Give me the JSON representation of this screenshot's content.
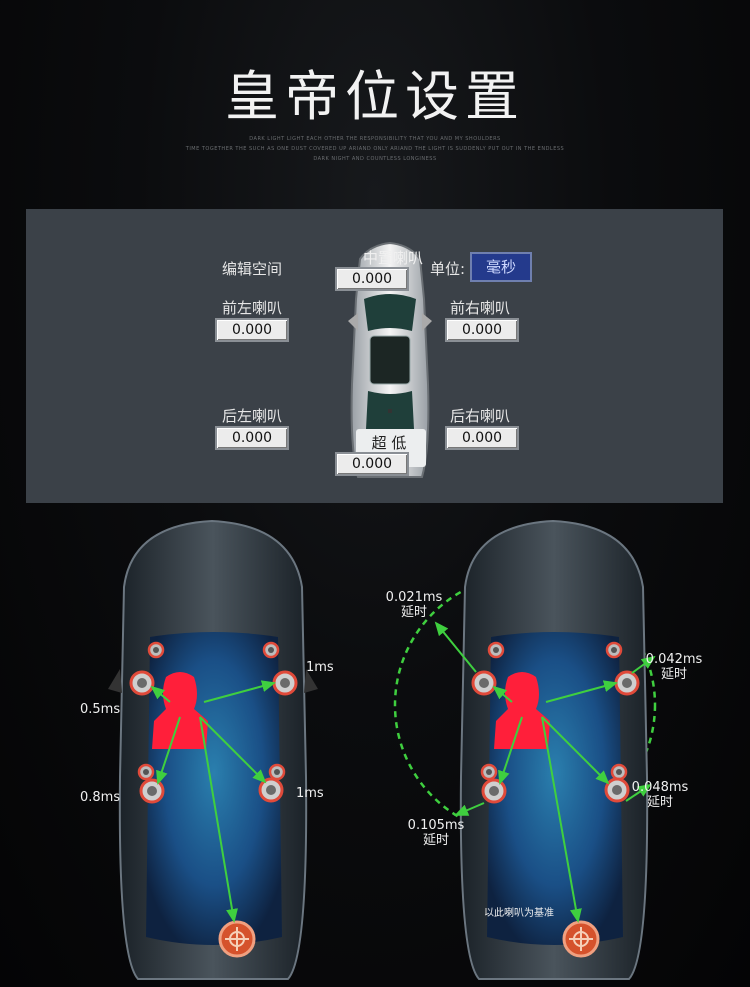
{
  "title": "皇帝位设置",
  "subtitle_lines": [
    "DARK LIGHT LIGHT EACH OTHER THE RESPONSIBILITY THAT YOU AND MY SHOULDERS",
    "TIME TOGETHER THE SUCH AS ONE DUST COVERED UP ARIAND ONLY ARIAND THE LIGHT IS SUDDENLY PUT OUT IN THE ENDLESS",
    "DARK NIGHT AND COUNTLESS LONGINESS"
  ],
  "panel": {
    "edit_space": "编辑空间",
    "center_label": "中置喇叭",
    "center_value": "0.000",
    "unit_label": "单位:",
    "unit_button": "毫秒",
    "front_left_label": "前左喇叭",
    "front_left_value": "0.000",
    "front_right_label": "前右喇叭",
    "front_right_value": "0.000",
    "rear_left_label": "后左喇叭",
    "rear_left_value": "0.000",
    "rear_right_label": "后右喇叭",
    "rear_right_value": "0.000",
    "sub_label": "超 低",
    "sub_value": "0.000"
  },
  "left_diagram": {
    "front_right": "1ms",
    "front_left": "0.5ms",
    "rear_left": "0.8ms",
    "rear_right": "1ms"
  },
  "right_diagram": {
    "top_left": [
      "0.021ms",
      "延时"
    ],
    "top_right": [
      "0.042ms",
      "延时"
    ],
    "bottom_right": [
      "0.048ms",
      "延时"
    ],
    "bottom_left": [
      "0.105ms",
      "延时"
    ],
    "reference": "以此喇叭为基准"
  },
  "colors": {
    "panel_bg": "#3b4148",
    "unit_button": "#243a8c",
    "arrow": "#3fcf3f",
    "occupant": "#ff1f3a",
    "speaker_ring": "#e04a3a"
  }
}
